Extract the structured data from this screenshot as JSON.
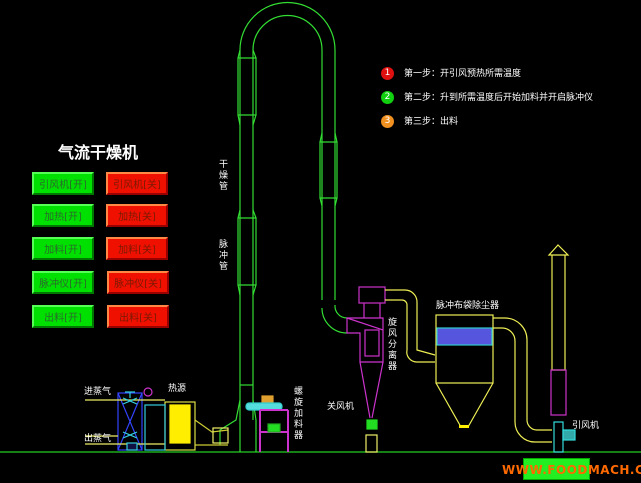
{
  "title": "气流干燥机",
  "buttons": [
    {
      "on": "引风机[开]",
      "off": "引风机[关]"
    },
    {
      "on": "加热[开]",
      "off": "加热[关]"
    },
    {
      "on": "加料[开]",
      "off": "加料[关]"
    },
    {
      "on": "脉冲仪[开]",
      "off": "脉冲仪[关]"
    },
    {
      "on": "出料[开]",
      "off": "出料[关]"
    }
  ],
  "steps": [
    {
      "num": "1",
      "text": "第一步：开引风预热所需温度",
      "color": "#e01010"
    },
    {
      "num": "2",
      "text": "第二步：升到所需温度后开始加料并开启脉冲仪",
      "color": "#10d010"
    },
    {
      "num": "3",
      "text": "第三步：出料",
      "color": "#f09020"
    }
  ],
  "labels": {
    "steam_in": "进蒸气",
    "steam_out": "出蒸气",
    "heat_source": "热源",
    "drying_pipe": "干燥管",
    "pulse_pipe": "脉冲管",
    "screw_feeder": "螺旋加料器",
    "rotary_valve": "关风机",
    "cyclone": "旋风分离器",
    "bag_filter": "脉冲布袋除尘器",
    "fan": "引风机"
  },
  "watermark": "WWW.FOODMACH.CN"
}
